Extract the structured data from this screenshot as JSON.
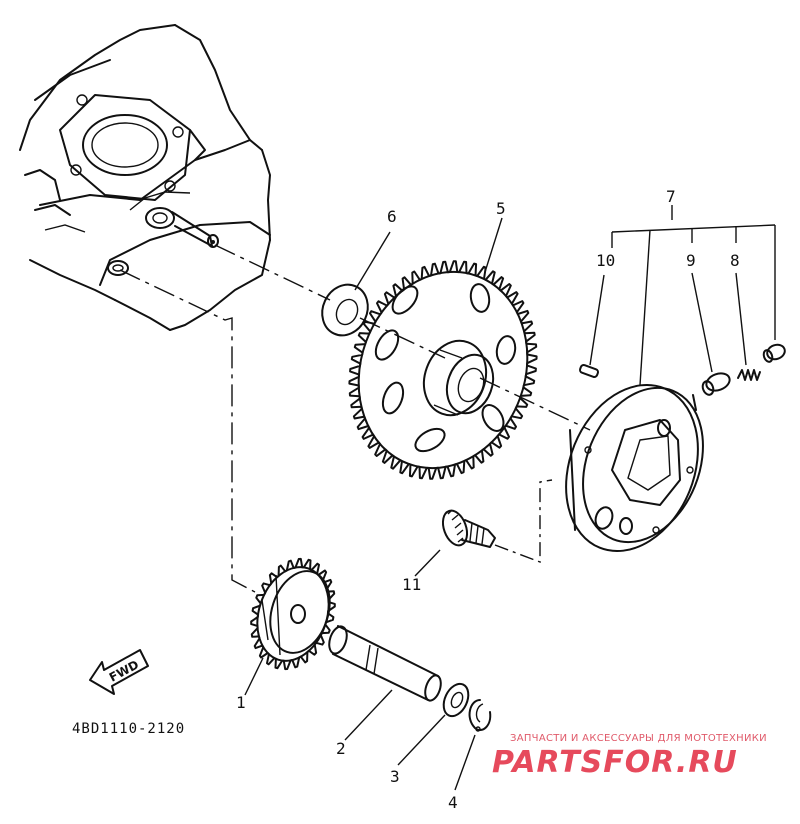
{
  "callouts": [
    {
      "id": "1",
      "label": "1"
    },
    {
      "id": "2",
      "label": "2"
    },
    {
      "id": "3",
      "label": "3"
    },
    {
      "id": "4",
      "label": "4"
    },
    {
      "id": "5",
      "label": "5"
    },
    {
      "id": "6",
      "label": "6"
    },
    {
      "id": "7",
      "label": "7"
    },
    {
      "id": "8",
      "label": "8"
    },
    {
      "id": "9",
      "label": "9"
    },
    {
      "id": "10",
      "label": "10"
    },
    {
      "id": "11",
      "label": "11"
    }
  ],
  "diagram_code": "4BD1110-2120",
  "direction_label": "FWD",
  "watermark": {
    "tagline": "ЗАПЧАСТИ И АКСЕССУАРЫ ДЛЯ МОТОТЕХНИКИ",
    "logo_text": "PARTSFOR.RU",
    "color": "#e64a5c"
  }
}
